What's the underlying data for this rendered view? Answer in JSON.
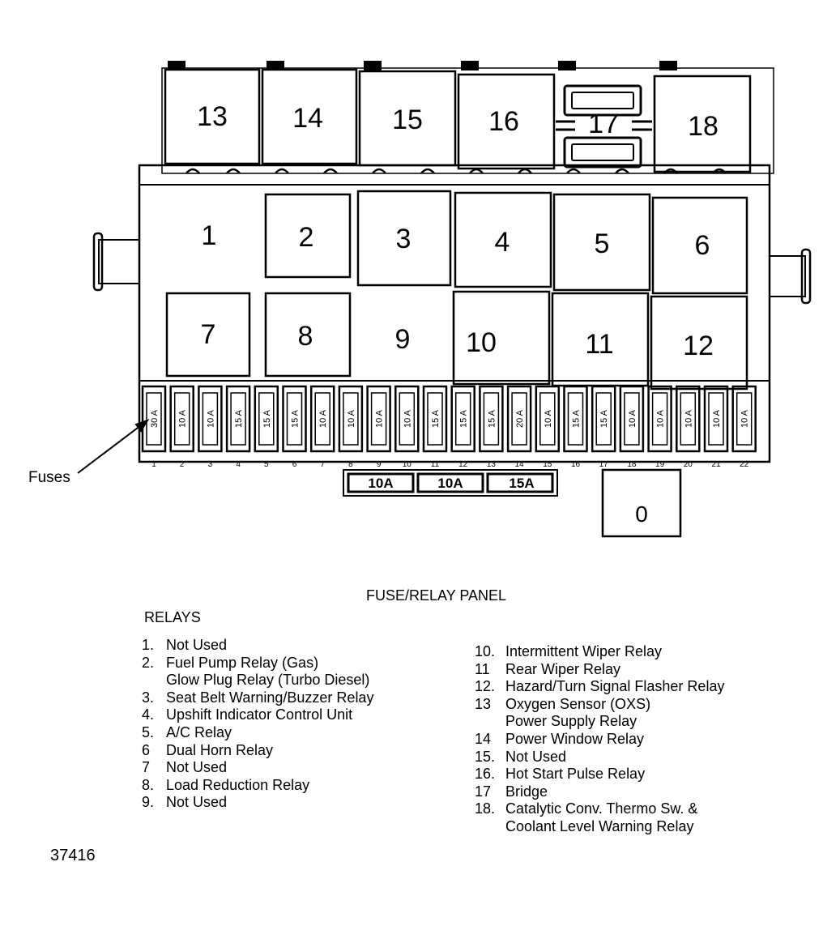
{
  "top_relays": [
    "13",
    "14",
    "15",
    "16",
    "17",
    "18"
  ],
  "main_relays_row1": [
    "1",
    "2",
    "3",
    "4",
    "5",
    "6"
  ],
  "main_relays_row2": [
    "7",
    "8",
    "9",
    "10",
    "11",
    "12"
  ],
  "fuses": [
    {
      "number": "1",
      "rating": "30 A"
    },
    {
      "number": "2",
      "rating": "10 A"
    },
    {
      "number": "3",
      "rating": "10 A"
    },
    {
      "number": "4",
      "rating": "15 A"
    },
    {
      "number": "5",
      "rating": "15 A"
    },
    {
      "number": "6",
      "rating": "15 A"
    },
    {
      "number": "7",
      "rating": "10 A"
    },
    {
      "number": "8",
      "rating": "10 A"
    },
    {
      "number": "9",
      "rating": "10 A"
    },
    {
      "number": "10",
      "rating": "10 A"
    },
    {
      "number": "11",
      "rating": "15 A"
    },
    {
      "number": "12",
      "rating": "15 A"
    },
    {
      "number": "13",
      "rating": "15 A"
    },
    {
      "number": "14",
      "rating": "20 A"
    },
    {
      "number": "15",
      "rating": "10 A"
    },
    {
      "number": "16",
      "rating": "15 A"
    },
    {
      "number": "17",
      "rating": "15 A"
    },
    {
      "number": "18",
      "rating": "10 A"
    },
    {
      "number": "19",
      "rating": "10 A"
    },
    {
      "number": "20",
      "rating": "10 A"
    },
    {
      "number": "21",
      "rating": "10 A"
    },
    {
      "number": "22",
      "rating": "10 A"
    }
  ],
  "extra_fuses": [
    "10A",
    "10A",
    "15A"
  ],
  "connector_label": "0",
  "fuses_label": "Fuses",
  "panel_title": "FUSE/RELAY PANEL",
  "relays_heading": "RELAYS",
  "legend_left": [
    {
      "num": "1.",
      "lines": [
        "Not Used"
      ]
    },
    {
      "num": "2.",
      "lines": [
        "Fuel Pump Relay (Gas)",
        "Glow Plug Relay (Turbo Diesel)"
      ]
    },
    {
      "num": "3.",
      "lines": [
        "Seat Belt Warning/Buzzer Relay"
      ]
    },
    {
      "num": "4.",
      "lines": [
        "Upshift Indicator Control Unit"
      ]
    },
    {
      "num": "5.",
      "lines": [
        "A/C Relay"
      ]
    },
    {
      "num": "6",
      "lines": [
        "Dual Horn Relay"
      ]
    },
    {
      "num": "7",
      "lines": [
        "Not Used"
      ]
    },
    {
      "num": "8.",
      "lines": [
        "Load Reduction Relay"
      ]
    },
    {
      "num": "9.",
      "lines": [
        "Not Used"
      ]
    }
  ],
  "legend_right": [
    {
      "num": "10.",
      "lines": [
        "Intermittent Wiper Relay"
      ]
    },
    {
      "num": "11",
      "lines": [
        "Rear Wiper Relay"
      ]
    },
    {
      "num": "12.",
      "lines": [
        "Hazard/Turn Signal Flasher Relay"
      ]
    },
    {
      "num": "13",
      "lines": [
        "Oxygen Sensor (OXS)",
        "Power Supply Relay"
      ]
    },
    {
      "num": "14",
      "lines": [
        "Power Window Relay"
      ]
    },
    {
      "num": "15.",
      "lines": [
        "Not Used"
      ]
    },
    {
      "num": "16.",
      "lines": [
        "Hot Start Pulse Relay"
      ]
    },
    {
      "num": "17",
      "lines": [
        "Bridge"
      ]
    },
    {
      "num": "18.",
      "lines": [
        "Catalytic Conv. Thermo Sw. &",
        "Coolant Level Warning Relay"
      ]
    }
  ],
  "figure_id": "37416"
}
